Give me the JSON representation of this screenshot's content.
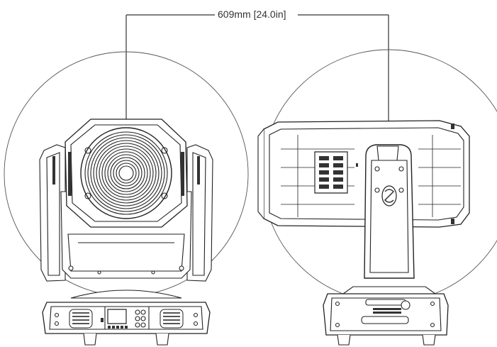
{
  "dimension": {
    "label": "609mm [24.0in]"
  },
  "colors": {
    "line": "#222222",
    "swing_circle": "#555555"
  },
  "views": {
    "front": "front-view",
    "side": "side-view"
  }
}
